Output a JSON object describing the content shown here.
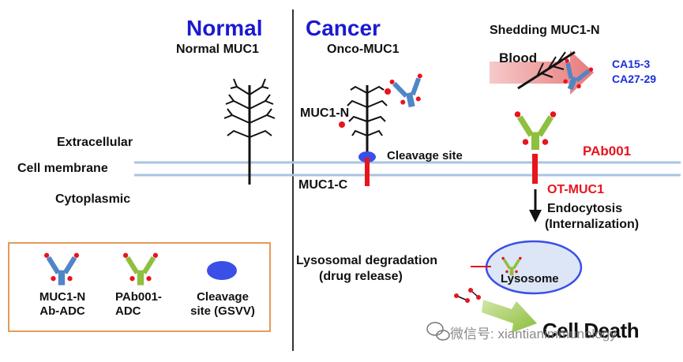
{
  "sections": {
    "normal": {
      "title": "Normal",
      "subtitle": "Normal MUC1"
    },
    "cancer": {
      "title": "Cancer",
      "subtitle": "Onco-MUC1"
    }
  },
  "labels": {
    "shedding": "Shedding MUC1-N",
    "blood": "Blood",
    "ca153": "CA15-3",
    "ca2729": "CA27-29",
    "extracellular": "Extracellular",
    "cell_membrane": "Cell membrane",
    "cytoplasmic": "Cytoplasmic",
    "muc1n": "MUC1-N",
    "muc1c": "MUC1-C",
    "cleavage_site": "Cleavage site",
    "pab001": "PAb001",
    "ot_muc1": "OT-MUC1",
    "endocytosis_1": "Endocytosis",
    "endocytosis_2": "(Internalization)",
    "lysosomal_1": "Lysosomal degradation",
    "lysosomal_2": "(drug release)",
    "lysosome": "Lysosome",
    "cell_death": "Cell Death"
  },
  "legend": {
    "muc1n_adc_1": "MUC1-N",
    "muc1n_adc_2": "Ab-ADC",
    "pab001_adc_1": "PAb001-",
    "pab001_adc_2": "ADC",
    "cleavage_1": "Cleavage",
    "cleavage_2": "site (GSVV)"
  },
  "watermark": "微信号: xiantianimmunology",
  "colors": {
    "title_blue": "#1a1ad0",
    "red": "#e8141e",
    "membrane": "#a9c4e0",
    "legend_border": "#e59a5a",
    "adc_blue": "#4f86c6",
    "adc_green": "#8fbf3f",
    "cleavage": "#3a4fe6",
    "lysosome_fill": "#dde6f6",
    "lysosome_stroke": "#3a4fe6"
  }
}
